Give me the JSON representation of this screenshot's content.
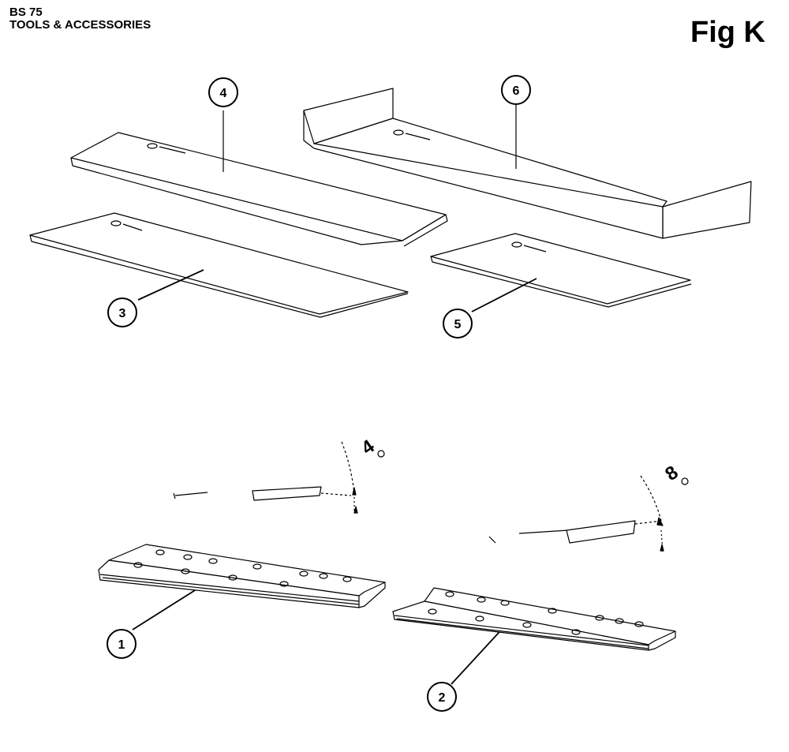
{
  "header": {
    "model": "BS 75",
    "section": "TOOLS & ACCESSORIES"
  },
  "figure": {
    "label": "Fig K"
  },
  "callouts": [
    {
      "number": "1"
    },
    {
      "number": "2"
    },
    {
      "number": "3"
    },
    {
      "number": "4"
    },
    {
      "number": "5"
    },
    {
      "number": "6"
    }
  ],
  "angles": {
    "left": "4",
    "right": "8"
  },
  "colors": {
    "line": "#000000",
    "background": "#ffffff"
  }
}
